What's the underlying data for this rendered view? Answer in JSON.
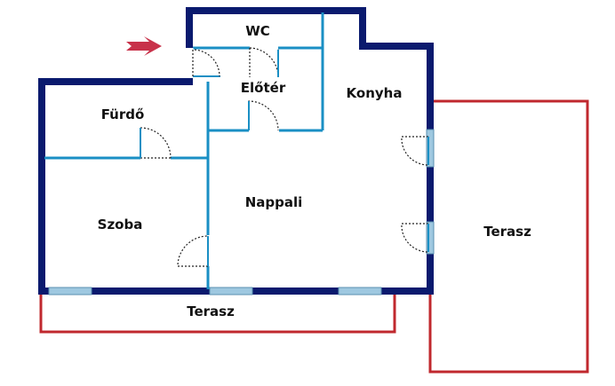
{
  "rooms": {
    "wc": "WC",
    "eloter": "Előtér",
    "konyha": "Konyha",
    "furdo": "Fürdő",
    "nappali": "Nappali",
    "szoba": "Szoba",
    "terasz_bottom": "Terasz",
    "terasz_right": "Terasz"
  },
  "colors": {
    "outer_wall": "#0a1a6e",
    "inner_wall": "#1a8fc4",
    "terrace": "#c0282e",
    "window": "#9ec8e0",
    "door_swing": "#222222",
    "entrance_arrow": "#c8324a"
  },
  "icons": {
    "entrance": "entrance-arrow-icon"
  }
}
